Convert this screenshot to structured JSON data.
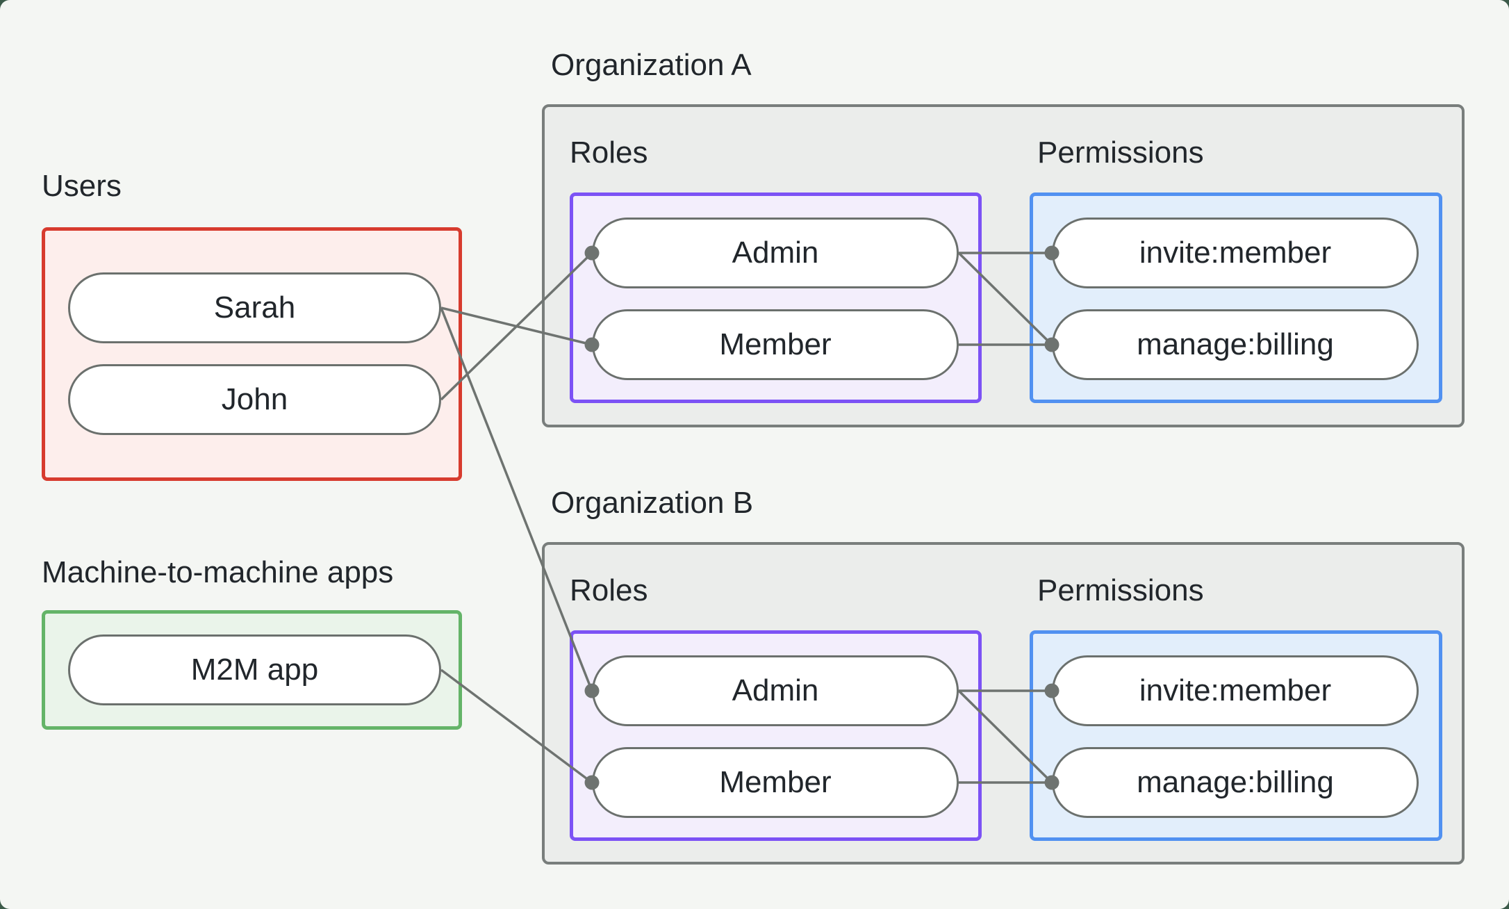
{
  "sections": {
    "users": {
      "label": "Users",
      "items": [
        "Sarah",
        "John"
      ],
      "box_border": "#d73b2e",
      "box_fill": "#fdeeec"
    },
    "m2m": {
      "label": "Machine-to-machine apps",
      "items": [
        "M2M app"
      ],
      "box_border": "#64b468",
      "box_fill": "#eaf4ea"
    }
  },
  "organizations": [
    {
      "title": "Organization A",
      "roles_label": "Roles",
      "permissions_label": "Permissions",
      "roles": [
        "Admin",
        "Member"
      ],
      "permissions": [
        "invite:member",
        "manage:billing"
      ],
      "roles_box": {
        "border": "#7c52f5",
        "fill": "#f3eefc"
      },
      "permissions_box": {
        "border": "#5191f1",
        "fill": "#e2eefb"
      }
    },
    {
      "title": "Organization B",
      "roles_label": "Roles",
      "permissions_label": "Permissions",
      "roles": [
        "Admin",
        "Member"
      ],
      "permissions": [
        "invite:member",
        "manage:billing"
      ],
      "roles_box": {
        "border": "#7c52f5",
        "fill": "#f3eefc"
      },
      "permissions_box": {
        "border": "#5191f1",
        "fill": "#e2eefb"
      }
    }
  ],
  "connections": [
    {
      "from": "John",
      "to": "Organization A / Admin"
    },
    {
      "from": "Sarah",
      "to": "Organization A / Member"
    },
    {
      "from": "Sarah",
      "to": "Organization B / Admin"
    },
    {
      "from": "M2M app",
      "to": "Organization B / Member"
    },
    {
      "from": "Organization A / Admin",
      "to": "Organization A / invite:member"
    },
    {
      "from": "Organization A / Admin",
      "to": "Organization A / manage:billing"
    },
    {
      "from": "Organization A / Member",
      "to": "Organization A / manage:billing"
    },
    {
      "from": "Organization B / Admin",
      "to": "Organization B / invite:member"
    },
    {
      "from": "Organization B / Admin",
      "to": "Organization B / manage:billing"
    },
    {
      "from": "Organization B / Member",
      "to": "Organization B / manage:billing"
    }
  ],
  "colors": {
    "page_outer": "#3b5a49",
    "panel_background": "#f4f6f3",
    "org_container_fill": "#ebedeb",
    "org_container_border": "#797e7c",
    "pill_border": "#6b706d",
    "connector": "#6e7370",
    "text": "#21262b"
  }
}
